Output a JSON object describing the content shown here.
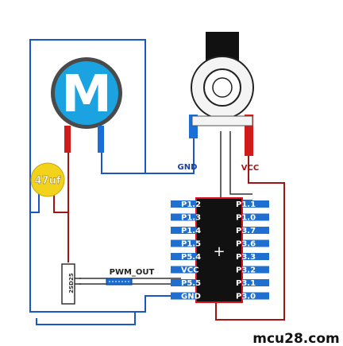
{
  "motor": {
    "symbol": "M",
    "fill": "#1aa3e0",
    "ring": "#4a4a4a"
  },
  "capacitor": {
    "label": "47uf",
    "fill": "#f2d21b"
  },
  "potentiometer": {
    "gnd_label": "GND",
    "vcc_label": "VCC"
  },
  "pwm": {
    "label": "PWM_OUT"
  },
  "chip": {
    "left_pins": [
      "P1.2",
      "P1.3",
      "P1.4",
      "P1.5",
      "P5.4",
      "VCC",
      "P5.5",
      "GND"
    ],
    "right_pins": [
      "P1.1",
      "P1.0",
      "P3.7",
      "P3.6",
      "P3.3",
      "P3.2",
      "P3.1",
      "P3.0"
    ],
    "body_color": "#111111",
    "outline_color": "#e0101a",
    "pad_color": "#1e6fd0",
    "center_mark": "+"
  },
  "transistor": {
    "side_label": "2SD25"
  },
  "watermark": {
    "text": "mcu28.com"
  },
  "colors": {
    "wire_blue": "#1a56c8",
    "wire_red": "#a31515",
    "wire_dark": "#333333",
    "lead_red": "#d11a1a",
    "lead_blue": "#1a6fd6"
  }
}
